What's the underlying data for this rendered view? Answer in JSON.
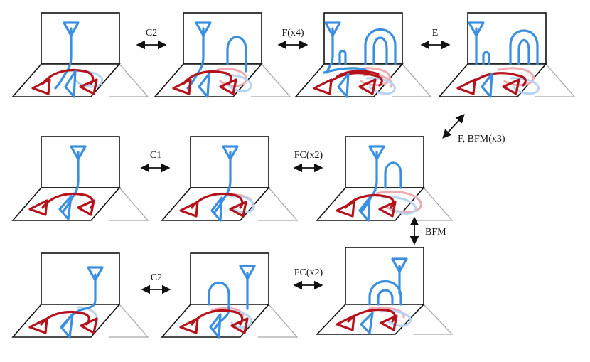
{
  "moves": {
    "top_1": "C2",
    "top_2": "F(x4)",
    "top_3": "E",
    "diag_right": "F, BFM(x3)",
    "mid_1": "C1",
    "mid_2": "FC(x2)",
    "vert_right": "BFM",
    "bot_1": "C2",
    "bot_2": "FC(x2)"
  },
  "colors": {
    "sheet_strand": "#3a8fe0",
    "base_strand": "#b5121b",
    "frame": "#111111",
    "shadow": "#a8a8a8"
  }
}
